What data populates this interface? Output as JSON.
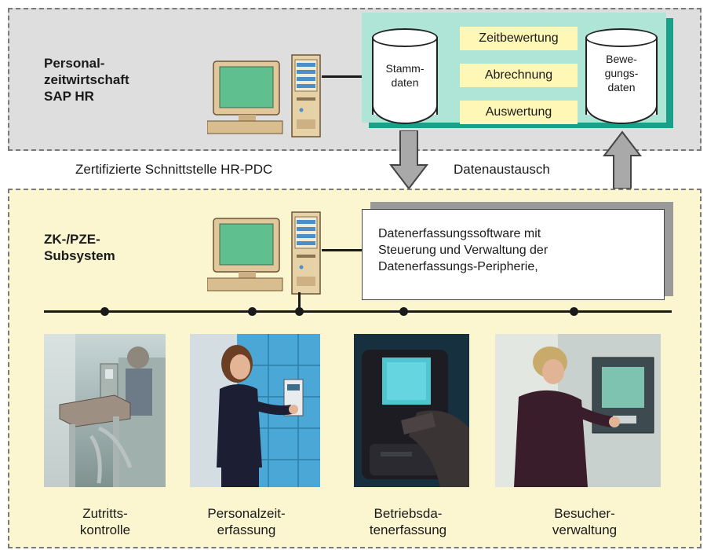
{
  "top_section": {
    "title": "Personal-\nzeitwirtschaft\nSAP HR",
    "database_left": "Stamm-\ndaten",
    "database_right": "Bewe-\ngungs-\ndaten",
    "processes": [
      "Zeitbewertung",
      "Abrechnung",
      "Auswertung"
    ]
  },
  "interface": {
    "left_label": "Zertifizierte Schnittstelle HR-PDC",
    "right_label": "Datenaustausch"
  },
  "bottom_section": {
    "title": "ZK-/PZE-\nSubsystem",
    "software_description": [
      "Datenerfassungssoftware mit",
      "Steuerung und Verwaltung der",
      "Datenerfassungs-Peripherie,"
    ]
  },
  "terminals": [
    {
      "caption": "Zutritts-\nkontrolle"
    },
    {
      "caption": "Personalzeit-\nerfassung"
    },
    {
      "caption": "Betriebsda-\ntenerfassung"
    },
    {
      "caption": "Besucher-\nverwaltung"
    }
  ],
  "colors": {
    "top_panel": "#dedede",
    "bottom_panel": "#fbf6cf",
    "teal": "#1aa088",
    "teal_light": "#aee5d6",
    "process_fill": "#fff7b5"
  }
}
